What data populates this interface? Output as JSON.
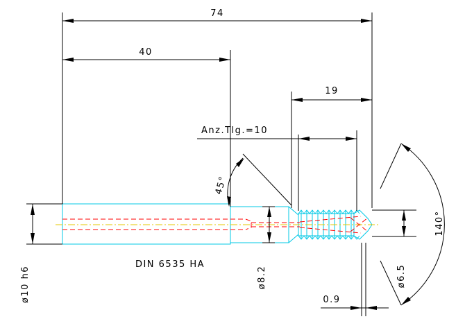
{
  "drawing": {
    "colors": {
      "background": "#ffffff",
      "dimension": "#000000",
      "part_outline": "#00c8e6",
      "hidden_line": "#ff0000",
      "center_line": "#e6c800"
    },
    "dimensions": {
      "overall_length": "74",
      "shank_length": "40",
      "thread_length": "19",
      "flutes_note": "Anz.Tlg.=10",
      "chamfer_angle": "45°",
      "point_angle": "140°",
      "shank_diameter": "ø10 h6",
      "neck_diameter": "ø8.2",
      "tip_diameter": "ø6.5",
      "tip_offset": "0.9"
    },
    "standard_label": "DIN 6535 HA"
  }
}
